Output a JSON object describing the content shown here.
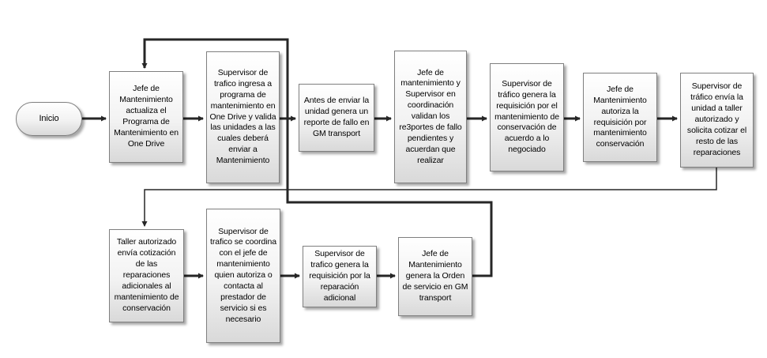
{
  "nodes": {
    "inicio": "Inicio",
    "n1": "Jefe de Mantenimiento actualiza el Programa de Mantenimiento en One Drive",
    "n2": "Supervisor de trafico ingresa a programa de mantenimiento en One Drive y valida las unidades a las cuales deberá enviar a Mantenimiento",
    "n3": "Antes de enviar la unidad genera un reporte de fallo en GM transport",
    "n4": "Jefe de mantenimiento y Supervisor en coordinación validan los re3portes de fallo pendientes y acuerdan que realizar",
    "n5": "Supervisor de tráfico genera la requisición por el mantenimiento de conservación de acuerdo a lo negociado",
    "n6": "Jefe de Mantenimiento autoriza la requisición por mantenimiento conservación",
    "n7": "Supervisor de tráfico envía la unidad a taller autorizado y solicita cotizar el resto de las reparaciones",
    "n8": "Taller autorizado envía cotización de las reparaciones adicionales al mantenimiento de conservación",
    "n9": "Supervisor de trafico se coordina con el jefe de mantenimiento quien autoriza o contacta al prestador de servicio si es necesario",
    "n10": "Supervisor de trafico genera la requisición por la reparación adicional",
    "n11": "Jefe de Mantenimiento genera la Orden de servicio en GM transport"
  },
  "colors": {
    "line": "#262626",
    "border": "#7f7f7f",
    "fill_top": "#ffffff",
    "fill_bottom": "#d9d9d9"
  }
}
